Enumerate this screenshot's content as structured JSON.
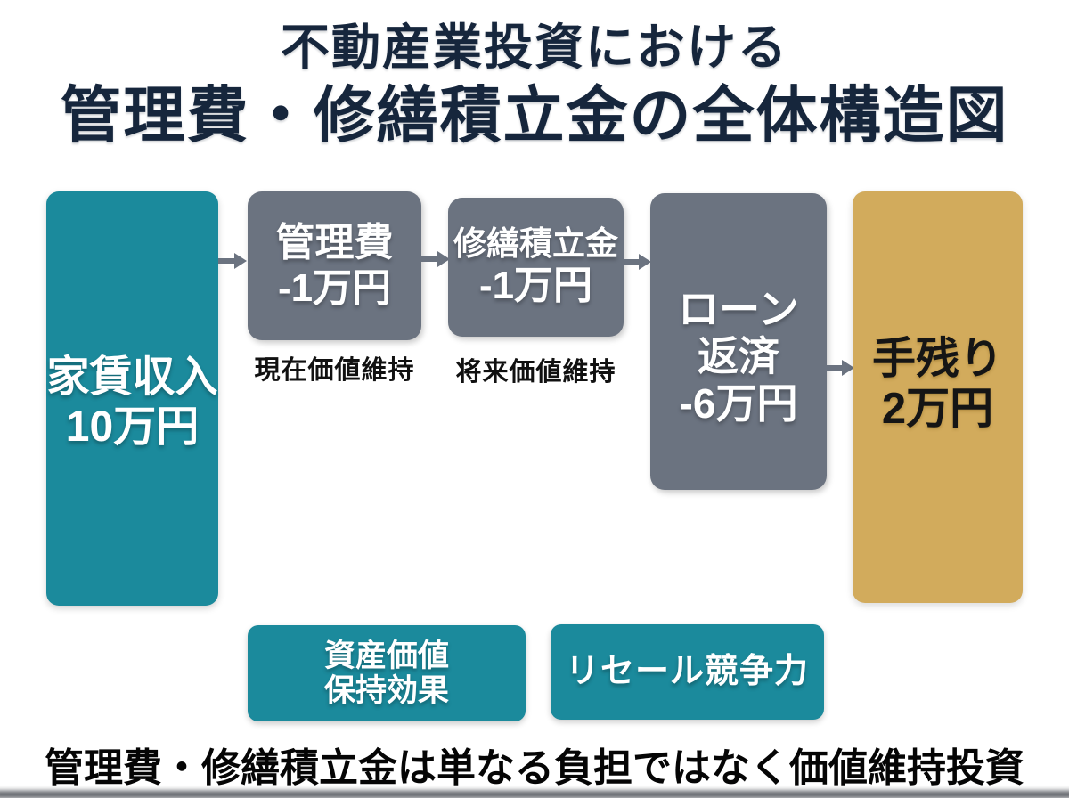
{
  "title": {
    "line1": "不動産業投資における",
    "line2": "管理費・修繕積立金の全体構造図"
  },
  "flow": {
    "income_box": {
      "label": "家賃収入",
      "amount": "10万円"
    },
    "management_box": {
      "label": "管理費",
      "amount": "-1万円",
      "caption": "現在価値維持"
    },
    "repair_box": {
      "label": "修繕積立金",
      "amount": "-1万円",
      "caption": "将来価値維持"
    },
    "loan_box": {
      "line1": "ローン",
      "line2": "返済",
      "amount": "-6万円"
    },
    "net_box": {
      "label": "手残り",
      "amount": "2万円"
    }
  },
  "benefits": {
    "asset_value_box": {
      "line1": "資産価値",
      "line2": "保持効果"
    },
    "resale_box": {
      "label": "リセール競争力"
    }
  },
  "footer": {
    "statement": "管理費・修繕積立金は単なる負担ではなく価値維持投資"
  },
  "colors": {
    "teal": "#1B8A9C",
    "gray": "#6B7380",
    "gold": "#D2AB5C",
    "navy": "#16263C"
  }
}
